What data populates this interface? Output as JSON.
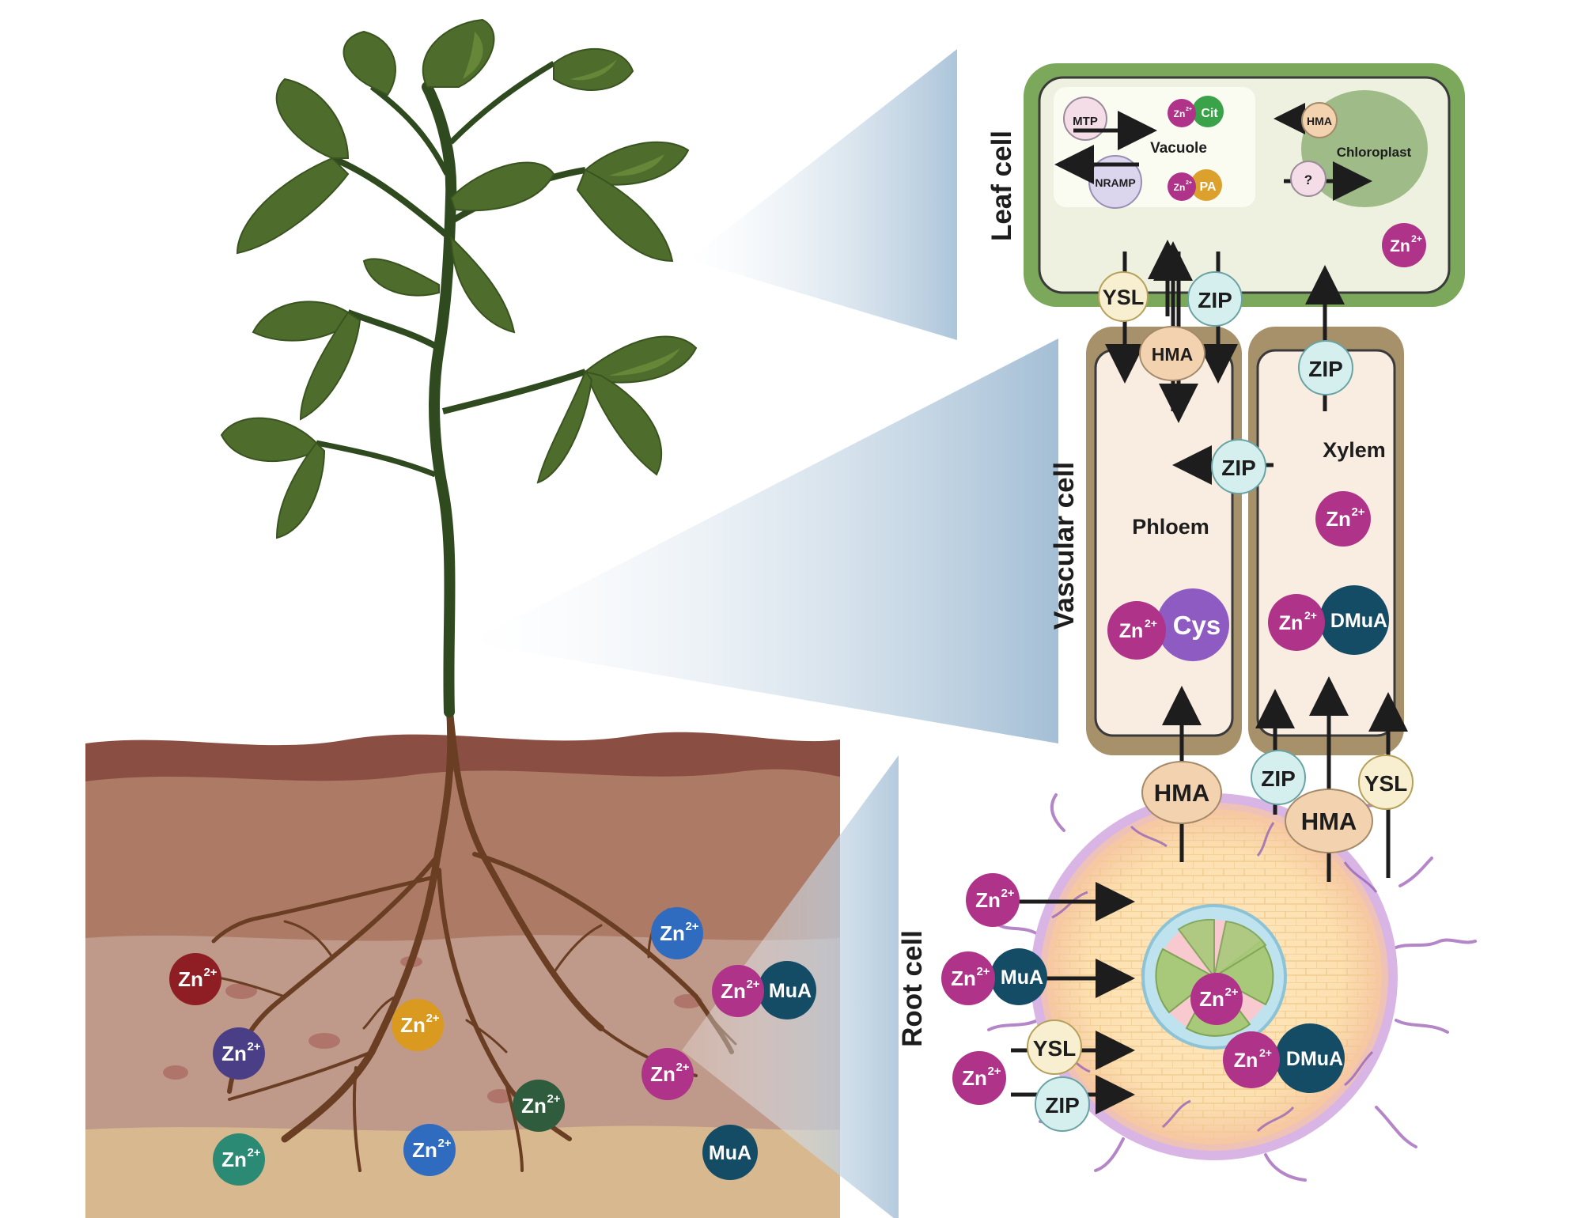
{
  "palette": {
    "zinc_magenta": "#b0338a",
    "cys_purple": "#8e5bc2",
    "dmua_teal": "#144c66",
    "cit_green": "#3aa248",
    "pa_orange": "#dca02c",
    "ysl_fill": "#f7efcf",
    "zip_fill": "#d5efef",
    "hma_fill": "#f3d2b0",
    "leaf_wall": "#7ba85a",
    "vascular_wall": "#a7916a",
    "soil_top": "#8b4e42",
    "soil_mid": "#ad7a66",
    "soil_low": "#bf998a",
    "soil_sand": "#d8b88f",
    "plant_leaf": "#4e6d2c",
    "root_brown": "#6a3e22"
  },
  "labels": {
    "leaf_cell": "Leaf cell",
    "vascular_cell": "Vascular cell",
    "root_cell": "Root cell",
    "vacuole": "Vacuole",
    "chloroplast": "Chloroplast",
    "phloem": "Phloem",
    "xylem": "Xylem"
  },
  "ions": {
    "zn": "Zn",
    "charge": "2+",
    "cit": "Cit",
    "pa": "PA",
    "cys": "Cys",
    "dmua": "DMuA",
    "mua": "MuA",
    "unknown": "?"
  },
  "transporters": {
    "mtp": "MTP",
    "nramp": "NRAMP",
    "hma": "HMA",
    "ysl": "YSL",
    "zip": "ZIP"
  }
}
